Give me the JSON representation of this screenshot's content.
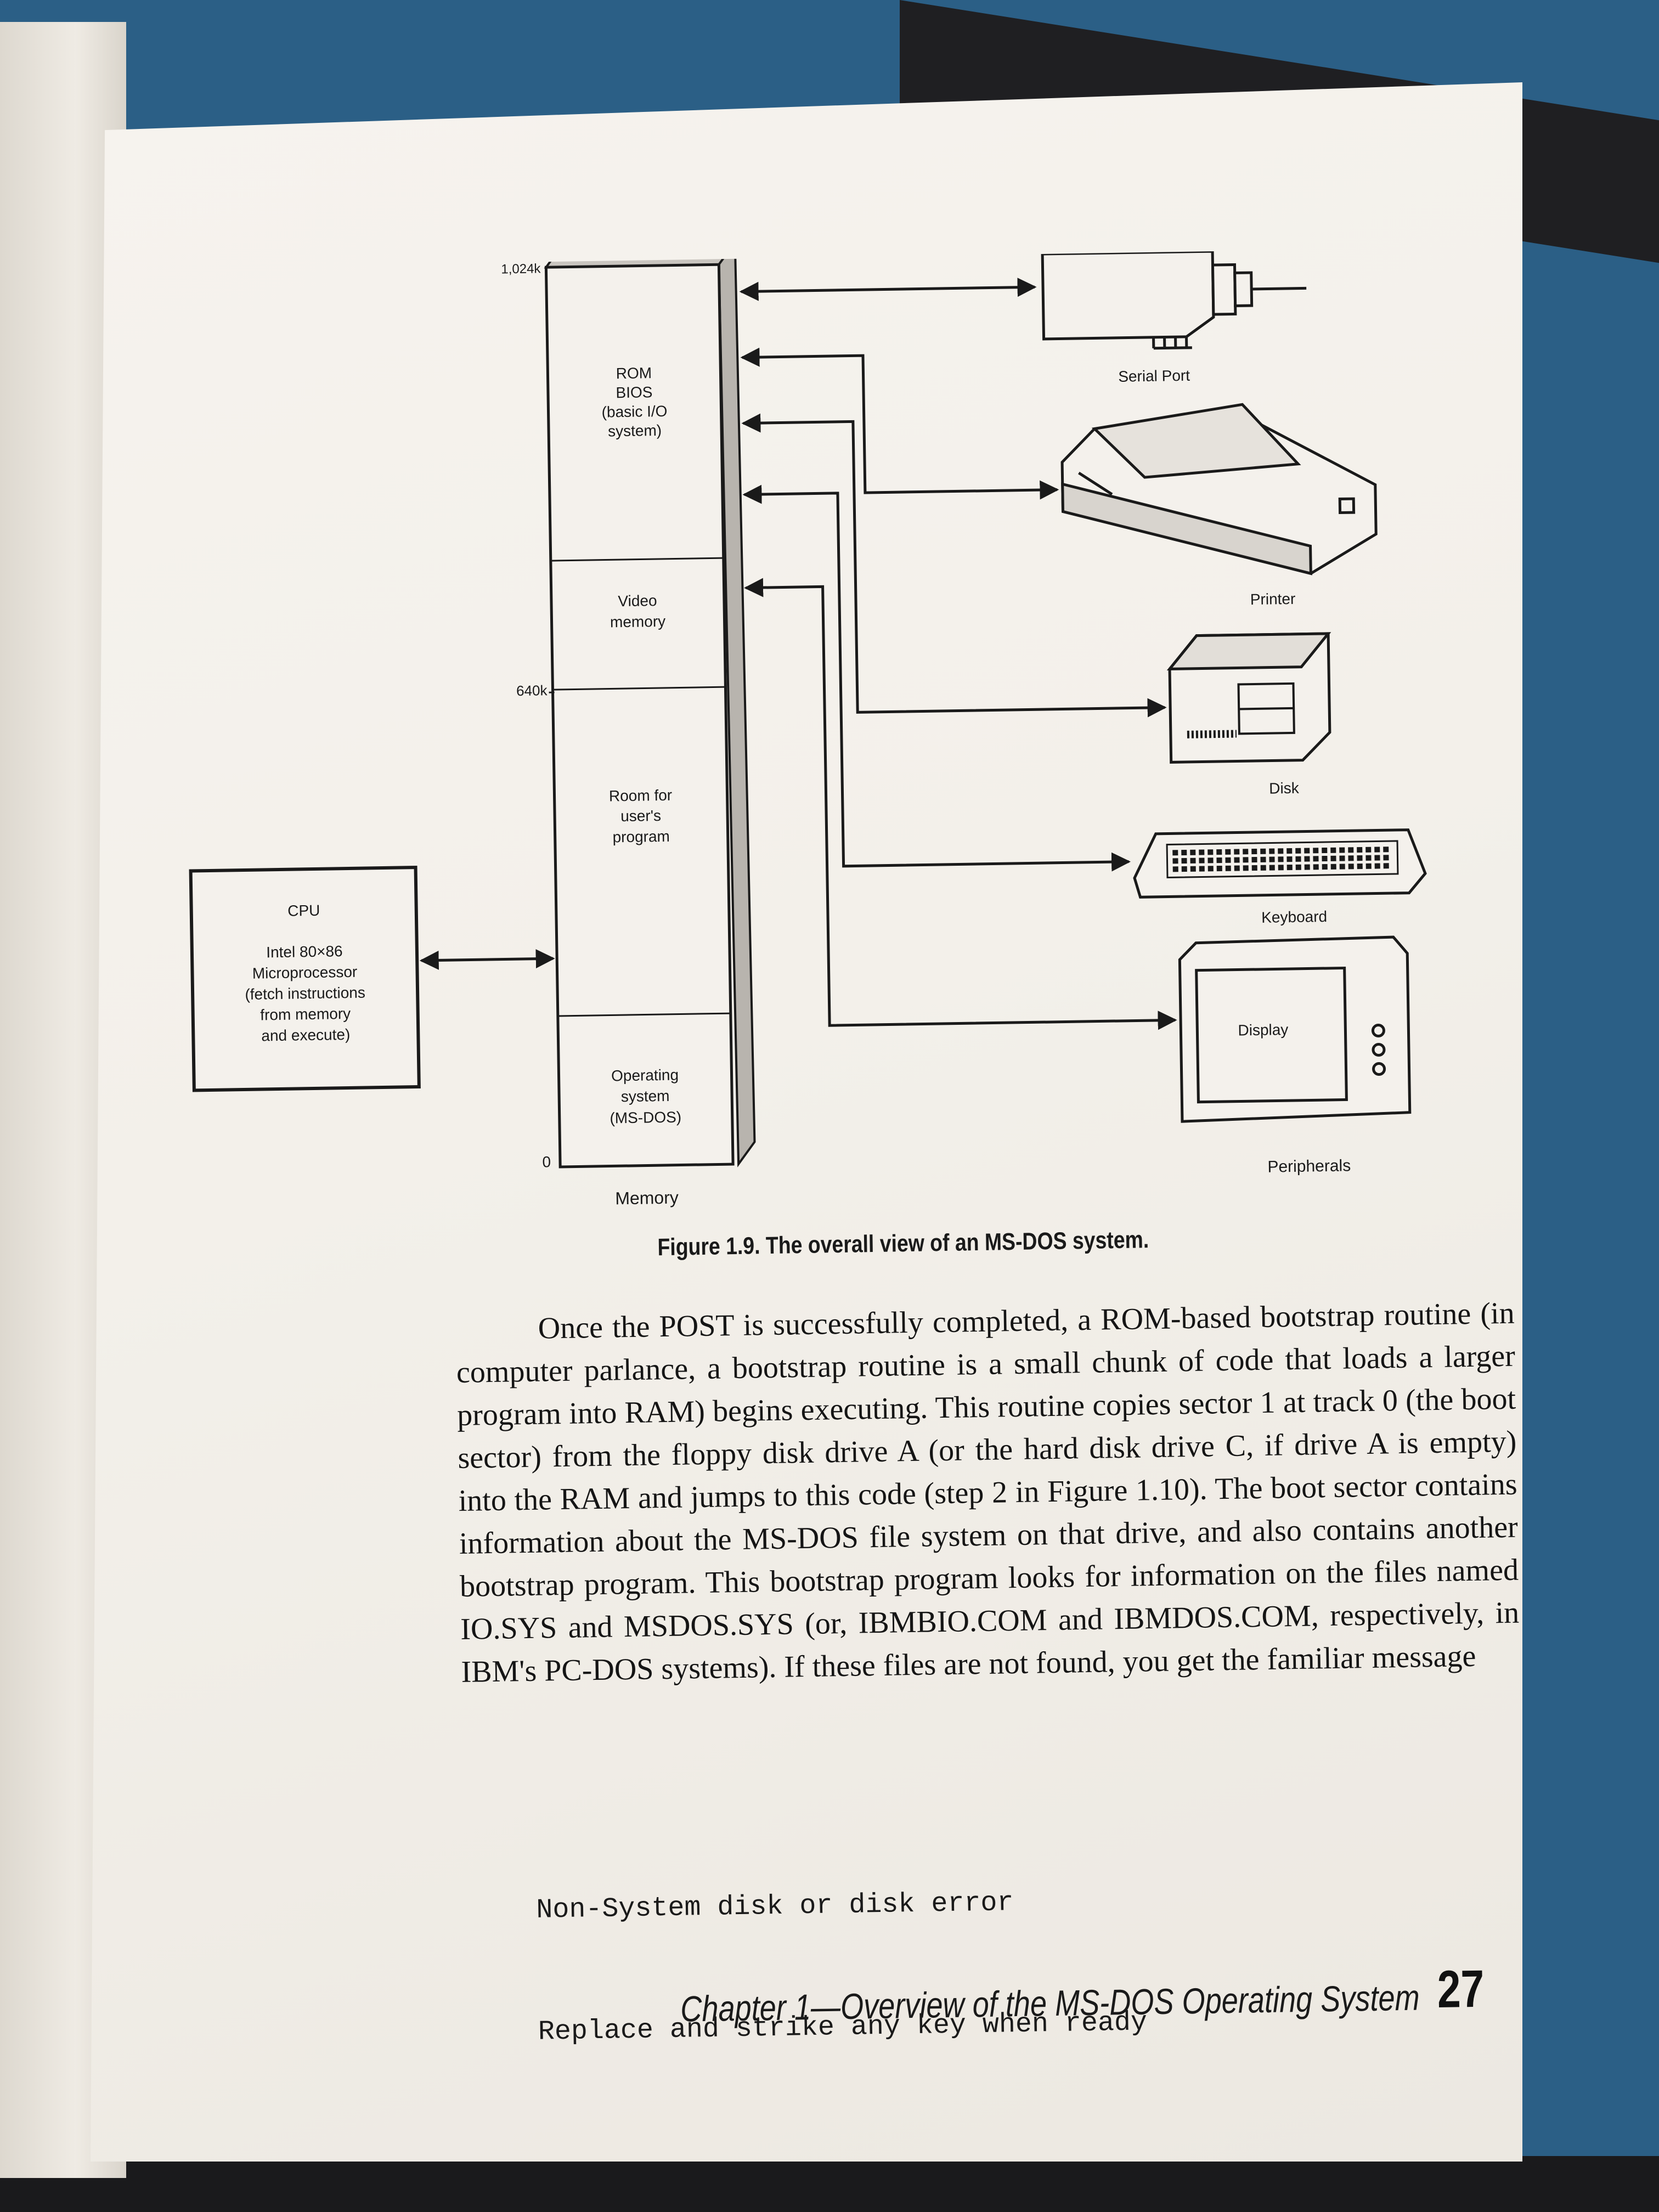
{
  "figure": {
    "memory": {
      "label": "Memory",
      "addr_top": "1,024k",
      "addr_mid": "640k",
      "addr_bottom": "0",
      "regions": {
        "rom": [
          "ROM",
          "BIOS",
          "(basic I/O",
          "system)"
        ],
        "video": [
          "Video",
          "memory"
        ],
        "user": [
          "Room for",
          "user's",
          "program"
        ],
        "os": [
          "Operating",
          "system",
          "(MS-DOS)"
        ]
      }
    },
    "cpu": {
      "lines": [
        "CPU",
        "",
        "Intel 80×86",
        "Microprocessor",
        "(fetch instructions",
        "from memory",
        "and execute)"
      ]
    },
    "peripherals": {
      "group_label": "Peripherals",
      "serial_port": "Serial Port",
      "printer": "Printer",
      "disk": "Disk",
      "keyboard": "Keyboard",
      "display": "Display"
    },
    "caption": "Figure 1.9. The overall view of an MS-DOS system."
  },
  "body": {
    "paragraph": "Once the POST is successfully completed, a ROM-based bootstrap routine (in computer parlance, a bootstrap routine is a small chunk of code that loads a larger program into RAM) begins executing. This routine copies sector 1 at track 0 (the boot sector) from the floppy disk drive A (or the hard disk drive C, if drive A is empty) into the RAM and jumps to this code (step 2 in Figure 1.10). The boot sector contains information about the MS-DOS file system on that drive, and also contains another bootstrap program. This bootstrap program looks for information on the files named IO.SYS and MSDOS.SYS (or, IBMBIO.COM and IBMDOS.COM, respectively, in IBM's PC-DOS systems). If these files are not found, you get the familiar message",
    "code_lines": [
      "Non-System disk or disk error",
      "Replace and strike any key when ready"
    ]
  },
  "footer": {
    "running_title": "Chapter 1—Overview of the MS-DOS Operating System",
    "page_number": "27"
  }
}
